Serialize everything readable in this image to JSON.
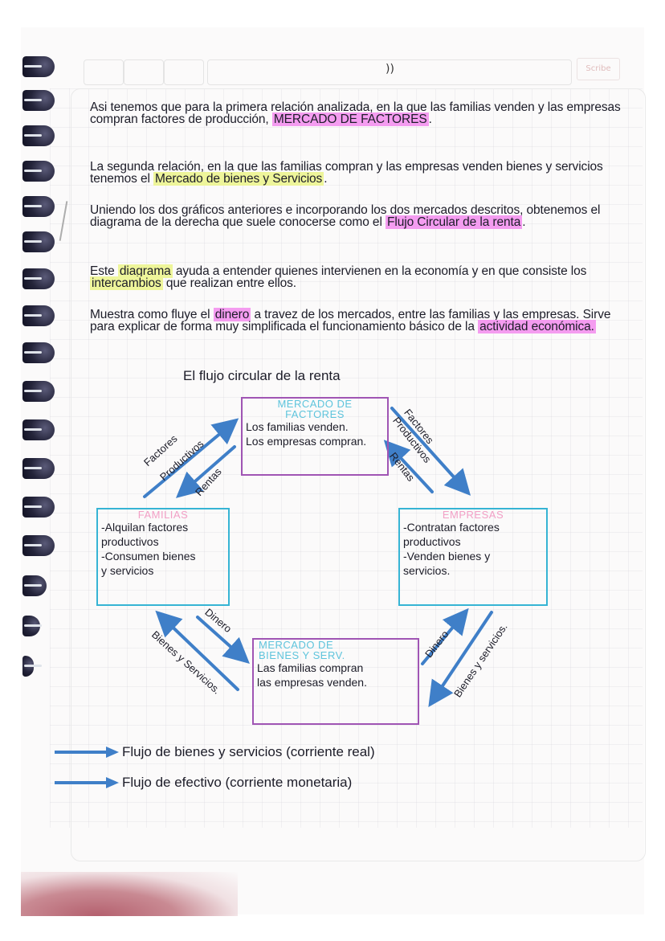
{
  "header": {
    "mark": "))",
    "brand": "Scribe"
  },
  "paragraphs": {
    "p1": {
      "text_a": "Asi tenemos que para la primera relación analizada, en la que las familias venden y las empresas compran factores de producción, ",
      "highlight": "MERCADO DE FACTORES",
      "text_b": "."
    },
    "p2": {
      "text_a": "La segunda relación, en la que las familias compran y las empresas venden bienes y servicios tenemos el ",
      "highlight": "Mercado de bienes y Servicios",
      "text_b": "."
    },
    "p3": {
      "text_a": "Uniendo los dos gráficos anteriores e incorporando los dos mercados descritos, obtenemos el diagrama de la derecha que suele conocerse como el ",
      "highlight": "Flujo Circular de la renta",
      "text_b": "."
    },
    "p4": {
      "text_a": "Este ",
      "highlight_1": "diagrama",
      "text_b": " ayuda a entender quienes intervienen en la economía y en que consiste los ",
      "highlight_2": "intercambios",
      "text_c": " que realizan entre ellos."
    },
    "p5": {
      "text_a": "Muestra como fluye el ",
      "highlight_1": "dinero",
      "text_b": " a travez de los mercados, entre las familias y las empresas. Sirve para explicar de forma muy simplificada el funcionamiento básico de la ",
      "highlight_2": "actividad económica."
    }
  },
  "diagram": {
    "title": "El flujo circular de la renta",
    "market_factors": {
      "title_1": "MERCADO DE",
      "title_2": "FACTORES",
      "line_1": "Los familias venden.",
      "line_2": "Los empresas compran."
    },
    "families": {
      "title": "FAMILIAS",
      "line_1": "-Alquilan factores",
      "line_2": "productivos",
      "line_3": "-Consumen bienes",
      "line_4": "y servicios"
    },
    "companies": {
      "title": "EMPRESAS",
      "line_1": "-Contratan factores",
      "line_2": "productivos",
      "line_3": "-Venden bienes y",
      "line_4": "servicios."
    },
    "market_goods": {
      "title_1": "MERCADO DE",
      "title_2": "BIENES Y SERV.",
      "line_1": "Las familias compran",
      "line_2": "las empresas venden."
    },
    "arrow_labels": {
      "left_top_outer_1": "Factores",
      "left_top_outer_2": "Productivos",
      "left_top_inner": "Rentas",
      "right_top_outer_1": "Factores",
      "right_top_outer_2": "Productivos",
      "right_top_inner": "Rentas",
      "left_bottom_inner": "Dinero",
      "left_bottom_outer": "Bienes y Servicios.",
      "right_bottom_inner": "Dinero",
      "right_bottom_outer": "Bienes y servicios."
    },
    "colors": {
      "arrow": "#3f7fc8",
      "market_box": "#a055b4",
      "agent_box": "#36b4d4",
      "highlight_pink": "#f49cf0",
      "highlight_yellow": "#eef59a"
    }
  },
  "legend": {
    "real_flow": "Flujo de bienes y servicios (corriente real)",
    "money_flow": "Flujo de efectivo (corriente monetaria)"
  }
}
